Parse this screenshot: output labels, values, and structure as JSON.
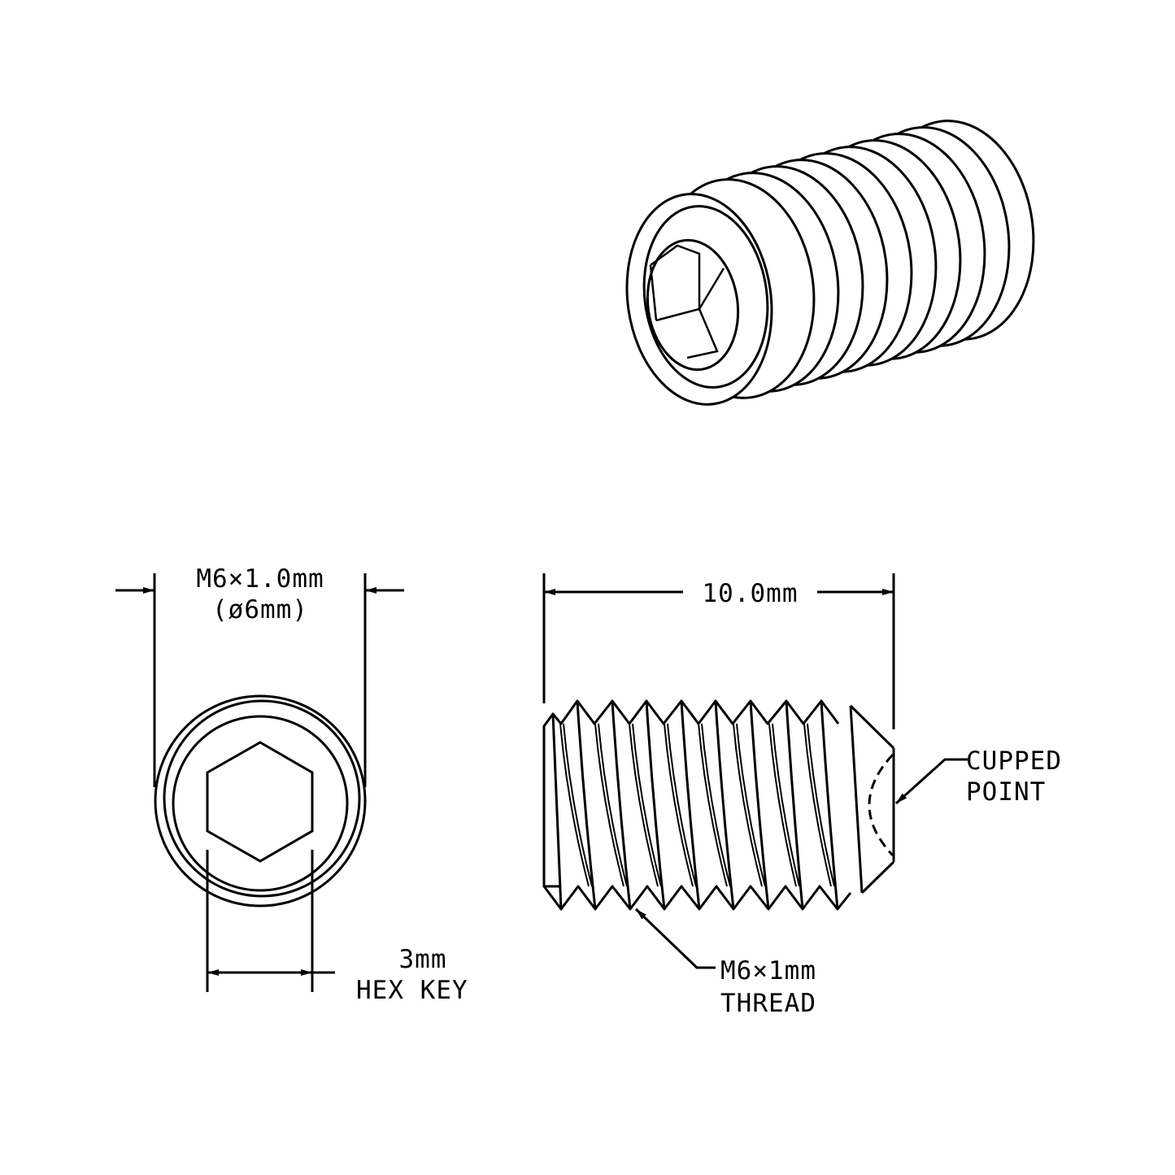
{
  "colors": {
    "ink": "#000000",
    "paper": "#ffffff"
  },
  "front_view": {
    "diameter_label": "M6×1.0mm",
    "diameter_sub_label": "(ø6mm)",
    "hex_key_size": "3mm",
    "hex_key_label": "HEX KEY"
  },
  "side_view": {
    "length_label": "10.0mm",
    "point_label_line1": "CUPPED",
    "point_label_line2": "POINT",
    "thread_label_line1": "M6×1mm",
    "thread_label_line2": "THREAD"
  }
}
